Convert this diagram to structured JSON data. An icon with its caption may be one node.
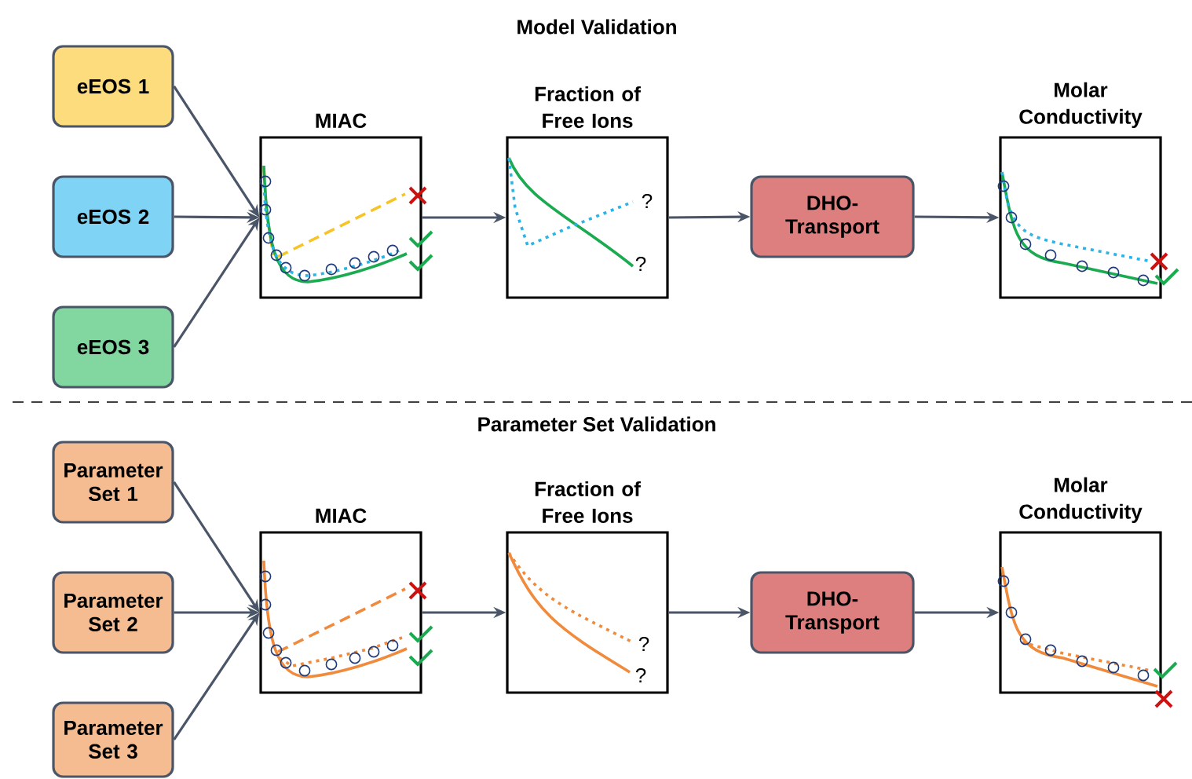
{
  "diagram": {
    "nodes": [
      {
        "text": [
          "eEOS 1"
        ]
      },
      {
        "text": [
          "eEOS 2"
        ]
      },
      {
        "text": [
          "eEOS 3"
        ]
      },
      {
        "text": [
          "MIAC"
        ]
      },
      {
        "text": [
          "Fraction of Free Ions"
        ]
      },
      {
        "text": [
          "DHO-Transport"
        ]
      },
      {
        "text": [
          "Molar Conductivity"
        ]
      },
      {
        "text": [
          "Parameter Set 1"
        ]
      },
      {
        "text": [
          "Parameter Set 2"
        ]
      },
      {
        "text": [
          "Parameter Set 3"
        ]
      },
      {
        "text": [
          "MIAC"
        ]
      },
      {
        "text": [
          "Fraction of Free Ions"
        ]
      },
      {
        "text": [
          "DHO-Transport"
        ]
      },
      {
        "text": [
          "Molar Conductivity"
        ]
      }
    ],
    "edges": [
      {
        "from": 0,
        "to": 3,
        "arrow": "to"
      },
      {
        "from": 1,
        "to": 3,
        "arrow": "to"
      },
      {
        "from": 2,
        "to": 3,
        "arrow": "to"
      },
      {
        "from": 3,
        "to": 4,
        "arrow": "to"
      },
      {
        "from": 4,
        "to": 5,
        "arrow": "to"
      },
      {
        "from": 5,
        "to": 6,
        "arrow": "to"
      },
      {
        "from": 7,
        "to": 10,
        "arrow": "to"
      },
      {
        "from": 8,
        "to": 10,
        "arrow": "to"
      },
      {
        "from": 9,
        "to": 10,
        "arrow": "to"
      },
      {
        "from": 10,
        "to": 11,
        "arrow": "to"
      },
      {
        "from": 11,
        "to": 12,
        "arrow": "to"
      },
      {
        "from": 12,
        "to": 13,
        "arrow": "to"
      }
    ],
    "labels": [
      "Model Validation",
      "Parameter Set Validation",
      "?",
      "?",
      "?",
      "?"
    ]
  }
}
